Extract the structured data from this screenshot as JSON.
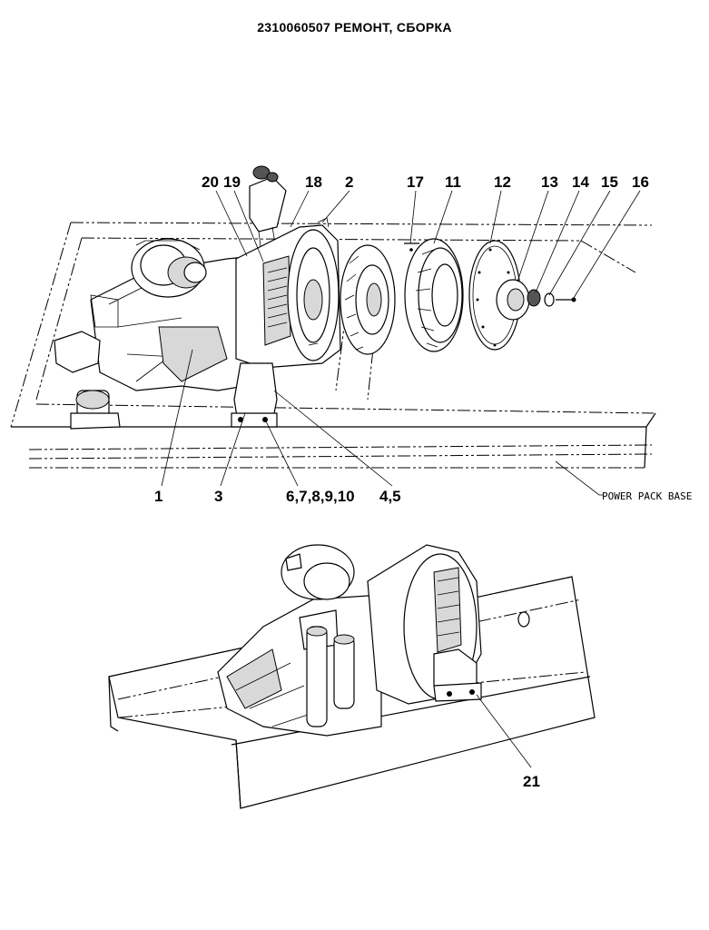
{
  "title": "2310060507 РЕМОНТ, СБОРКА",
  "callouts_top": [
    "20",
    "19",
    "18",
    "2",
    "17",
    "11",
    "12",
    "13",
    "14",
    "15",
    "16"
  ],
  "callouts_bottom": [
    "1",
    "3",
    "6,7,8,9,10",
    "4,5"
  ],
  "power_pack_label": "POWER PACK BASE",
  "callout_lower_view": "21"
}
